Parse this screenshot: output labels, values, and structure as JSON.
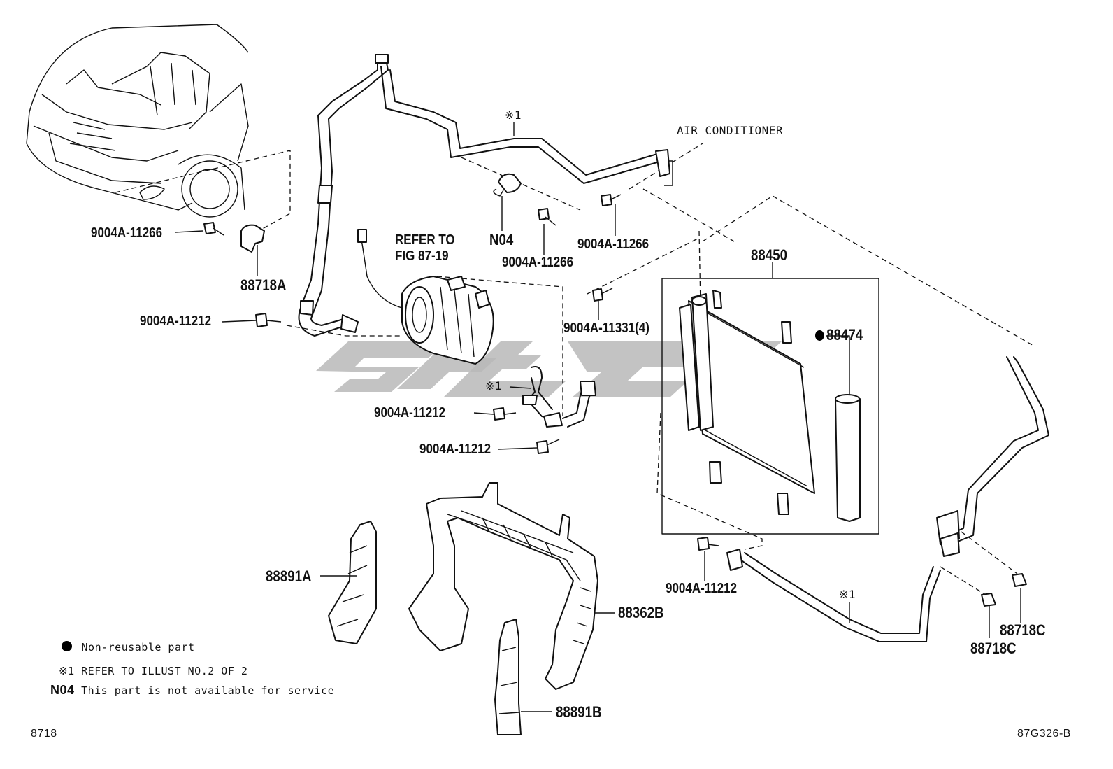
{
  "labels": {
    "air_conditioner": "AIR CONDITIONER",
    "ref_top": "※1",
    "refer_to": "REFER TO",
    "fig": "FIG 87-19",
    "bolt_left_top": "9004A-11266",
    "bracket_88718A": "88718A",
    "bolt_left_mid": "9004A-11212",
    "n04": "N04",
    "bolt_center_top": "9004A-11266",
    "bolt_right_top": "9004A-11266",
    "condenser_assy": "88450",
    "bolt_condenser": "9004A-11331(4)",
    "dryer": "88474",
    "ref_mid": "※1",
    "bolt_comp_a": "9004A-11212",
    "bolt_comp_b": "9004A-11212",
    "bolt_bottom": "9004A-11212",
    "ref_bottom": "※1",
    "seal_88891A": "88891A",
    "seal_88362B": "88362B",
    "seal_88891B": "88891B",
    "clamp_c1": "88718C",
    "clamp_c2": "88718C"
  },
  "legend": {
    "non_reusable": "Non-reusable part",
    "refer_mark": "※1",
    "refer_text": "REFER TO ILLUST NO.2 OF 2",
    "n04_mark": "N04",
    "n04_text": "This part is not available for service"
  },
  "footer": {
    "left_code": "8718",
    "right_code": "87G326-B"
  },
  "icons": {
    "non_reusable_marker": "filled-circle-icon"
  }
}
